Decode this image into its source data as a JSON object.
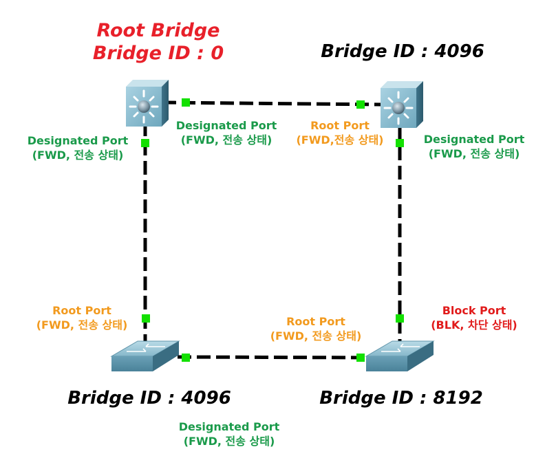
{
  "colors": {
    "root": "#e8202a",
    "bridge_text": "#000000",
    "designated": "#1a9a4a",
    "root_port": "#f29a1e",
    "block": "#e11b1b",
    "link": "#000000",
    "port_dot": "#13e000",
    "switch_body": "#5a8fa6"
  },
  "root_bridge": {
    "label": "Root Bridge",
    "id": "Bridge ID : 0"
  },
  "bridges": {
    "top_right": "Bridge ID : 4096",
    "bottom_left": "Bridge ID : 4096",
    "bottom_right": "Bridge ID : 8192"
  },
  "ports": {
    "root_left": {
      "role": "Designated Port",
      "state": "(FWD, 전송 상태)"
    },
    "root_right": {
      "role": "Designated Port",
      "state": "(FWD, 전송 상태)"
    },
    "tr_left": {
      "role": "Root Port",
      "state": "(FWD,전송 상태)"
    },
    "tr_down": {
      "role": "Designated Port",
      "state": "(FWD, 전송 상태)"
    },
    "bl_up": {
      "role": "Root Port",
      "state": "(FWD, 전송 상태)"
    },
    "bl_right": {
      "role": "Designated Port",
      "state": "(FWD, 전송 상태)"
    },
    "br_left": {
      "role": "Root Port",
      "state": "(FWD, 전송 상태)"
    },
    "br_up": {
      "role": "Block Port",
      "state": "(BLK, 차단 상태)"
    }
  }
}
